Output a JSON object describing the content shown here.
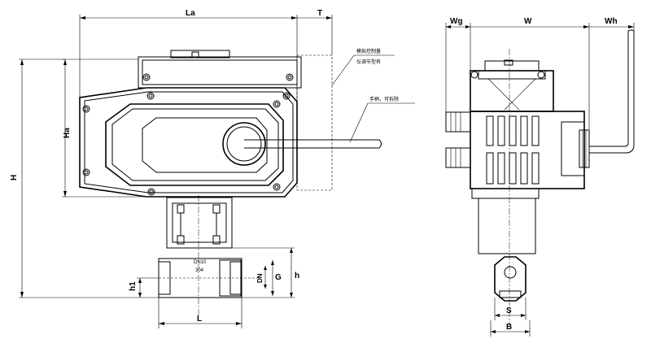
{
  "dimensions": {
    "La": "La",
    "T": "T",
    "Ha": "Ha",
    "H": "H",
    "h1": "h1",
    "h": "h",
    "G": "G",
    "DN": "DN",
    "L": "L",
    "Wg": "Wg",
    "W": "W",
    "Wh": "Wh",
    "S": "S",
    "B": "B"
  },
  "body_marks": {
    "size": "DN10",
    "material": "304"
  },
  "notes": {
    "control_line1": "模拟控制量",
    "control_line2": "仪调节型有",
    "handle": "手柄，可拆除"
  }
}
